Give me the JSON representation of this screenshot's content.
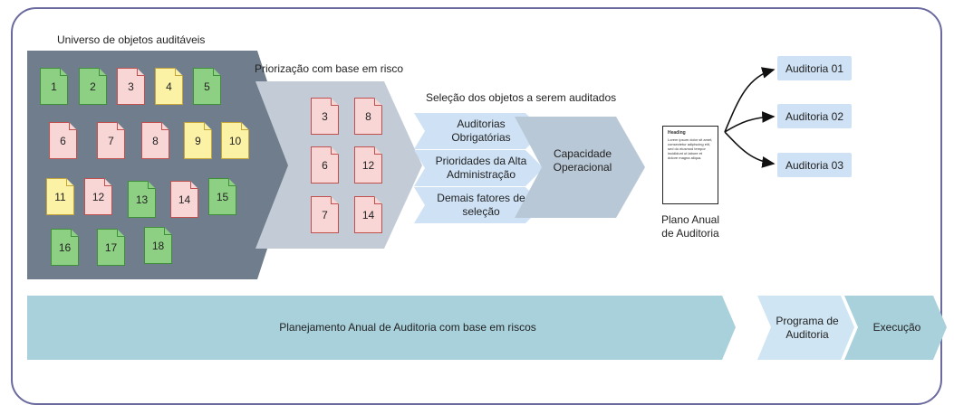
{
  "universe": {
    "title": "Universo de objetos auditáveis",
    "docs": [
      {
        "n": "1",
        "c": "g"
      },
      {
        "n": "2",
        "c": "g"
      },
      {
        "n": "3",
        "c": "r"
      },
      {
        "n": "4",
        "c": "y"
      },
      {
        "n": "5",
        "c": "g"
      },
      {
        "n": "6",
        "c": "r"
      },
      {
        "n": "7",
        "c": "r"
      },
      {
        "n": "8",
        "c": "r"
      },
      {
        "n": "9",
        "c": "y"
      },
      {
        "n": "10",
        "c": "y"
      },
      {
        "n": "11",
        "c": "y"
      },
      {
        "n": "12",
        "c": "r"
      },
      {
        "n": "13",
        "c": "g"
      },
      {
        "n": "14",
        "c": "r"
      },
      {
        "n": "15",
        "c": "g"
      },
      {
        "n": "16",
        "c": "g"
      },
      {
        "n": "17",
        "c": "g"
      },
      {
        "n": "18",
        "c": "g"
      }
    ]
  },
  "prioritization": {
    "title": "Priorização com base em risco",
    "docs": [
      "3",
      "8",
      "6",
      "12",
      "7",
      "14"
    ]
  },
  "selection": {
    "title": "Seleção dos objetos a serem auditados",
    "items": [
      "Auditorias Obrigatórias",
      "Prioridades da Alta Administração",
      "Demais fatores de seleção"
    ],
    "capacity": "Capacidade Operacional"
  },
  "plan": {
    "label": "Plano Anual de Auditoria",
    "page_heading": "Heading",
    "page_text": "Lorem ipsum dolor sit amet, consectetur adipiscing elit, sed do eiusmod tempor incididunt ut labore et dolore magna aliqua."
  },
  "audits": [
    "Auditoria 01",
    "Auditoria 02",
    "Auditoria 03"
  ],
  "bottom": {
    "planning": "Planejamento Anual de Auditoria com base em riscos",
    "program": "Programa de Auditoria",
    "execution": "Execução"
  },
  "colors": {
    "frame": "#6b6a9e",
    "universe": "#6f7d8c",
    "prioritization": "#c3ccd6",
    "selection_item": "#cfe2f5",
    "capacity": "#b9c8d6",
    "planning": "#a9d1dc",
    "program": "#cfe5f3",
    "execution": "#a9d1dc"
  }
}
